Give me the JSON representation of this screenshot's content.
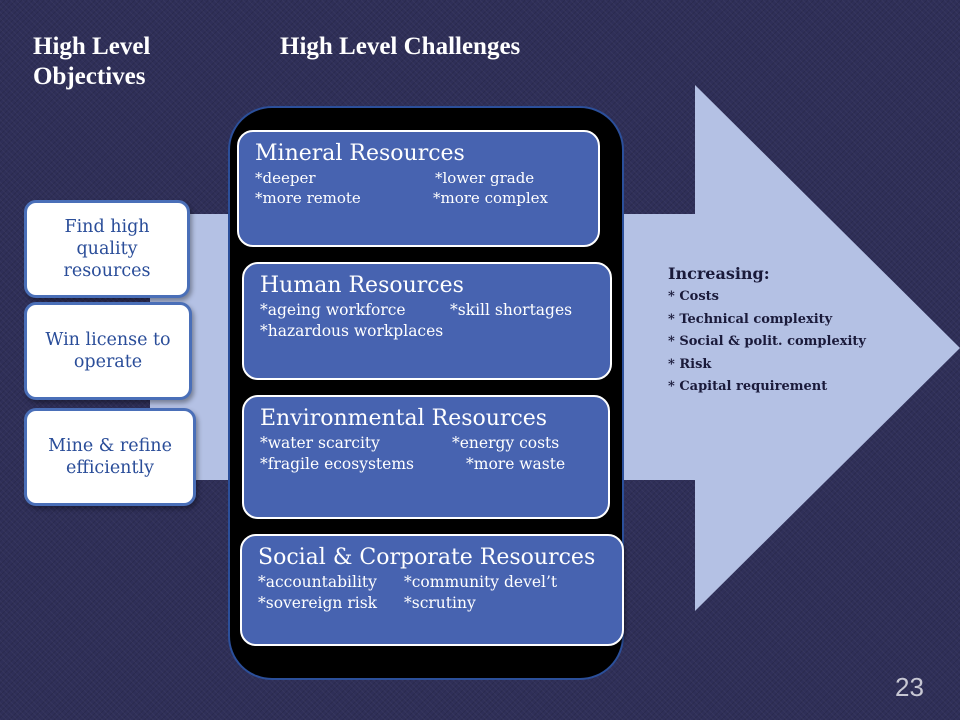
{
  "headings": {
    "objectives": "High Level Objectives",
    "challenges": "High Level Challenges"
  },
  "objectives": [
    "Find high quality resources",
    "Win license to operate",
    "Mine & refine efficiently"
  ],
  "challenges": [
    {
      "title": "Mineral Resources",
      "lines": [
        [
          "*deeper",
          "*lower grade"
        ],
        [
          "*more remote",
          "*more complex"
        ]
      ]
    },
    {
      "title": "Human  Resources",
      "lines": [
        [
          "*ageing workforce",
          "*skill shortages"
        ],
        [
          "*hazardous workplaces",
          ""
        ]
      ]
    },
    {
      "title": "Environmental Resources",
      "lines": [
        [
          "*water scarcity",
          "*energy costs"
        ],
        [
          "*fragile ecosystems",
          "*more waste"
        ]
      ]
    },
    {
      "title": "Social & Corporate Resources",
      "lines": [
        [
          "*accountability",
          "*community devel’t"
        ],
        [
          "*sovereign risk",
          "*scrutiny"
        ]
      ]
    }
  ],
  "impact": {
    "heading": "Increasing:",
    "items": [
      "* Costs",
      "* Technical complexity",
      "* Social & polit. complexity",
      "* Risk",
      "* Capital requirement"
    ]
  },
  "page_number": "23",
  "colors": {
    "background": "#2f2f58",
    "arrow": "#b4c1e4",
    "box_blue": "#4763b0",
    "objective_text": "#2a4d99"
  }
}
